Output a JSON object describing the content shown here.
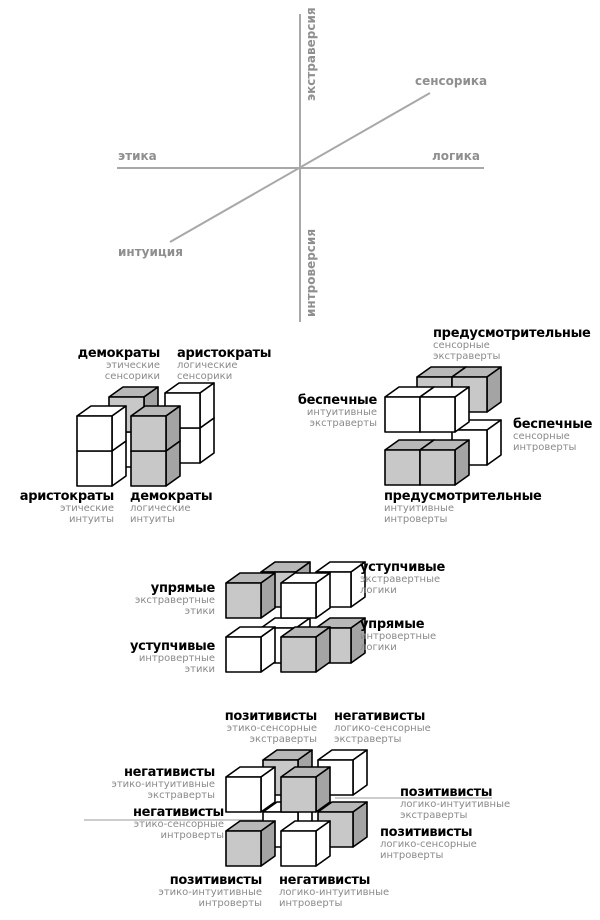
{
  "axes": {
    "extraversion": "экстраверсия",
    "introversion": "интроверсия",
    "ethics": "этика",
    "logic": "логика",
    "sensing": "сенсорика",
    "intuition": "интуиция"
  },
  "group1": {
    "tl": {
      "title": "демократы",
      "sub": [
        "этические",
        "сенсорики"
      ]
    },
    "tr": {
      "title": "аристократы",
      "sub": [
        "логические",
        "сенсорики"
      ]
    },
    "bl": {
      "title": "аристократы",
      "sub": [
        "этические",
        "интуиты"
      ]
    },
    "br": {
      "title": "демократы",
      "sub": [
        "логические",
        "интуиты"
      ]
    }
  },
  "group2": {
    "top": {
      "title": "предусмотрительные",
      "sub": [
        "сенсорные",
        "экстраверты"
      ]
    },
    "left": {
      "title": "беспечные",
      "sub": [
        "интуитивные",
        "экстраверты"
      ]
    },
    "right": {
      "title": "беспечные",
      "sub": [
        "сенсорные",
        "интроверты"
      ]
    },
    "bottom": {
      "title": "предусмотрительные",
      "sub": [
        "интуитивные",
        "интроверты"
      ]
    }
  },
  "group3": {
    "tl": {
      "title": "упрямые",
      "sub": [
        "экстравертные",
        "этики"
      ]
    },
    "tr": {
      "title": "уступчивые",
      "sub": [
        "экстравертные",
        "логики"
      ]
    },
    "bl": {
      "title": "уступчивые",
      "sub": [
        "интровертные",
        "этики"
      ]
    },
    "br": {
      "title": "упрямые",
      "sub": [
        "интровертные",
        "логики"
      ]
    }
  },
  "group4": {
    "top_left": {
      "title": "позитивисты",
      "sub": [
        "этико-сенсорные",
        "экстраверты"
      ]
    },
    "top_right": {
      "title": "негативисты",
      "sub": [
        "логико-сенсорные",
        "экстраверты"
      ]
    },
    "mid_left": {
      "title": "негативисты",
      "sub": [
        "этико-интуитивные",
        "экстраверты"
      ]
    },
    "mid_left2": {
      "title": "негативисты",
      "sub": [
        "этико-сенсорные",
        "интроверты"
      ]
    },
    "mid_right": {
      "title": "позитивисты",
      "sub": [
        "логико-интуитивные",
        "экстраверты"
      ]
    },
    "mid_right2": {
      "title": "позитивисты",
      "sub": [
        "логико-сенсорные",
        "интроверты"
      ]
    },
    "bottom_left": {
      "title": "позитивисты",
      "sub": [
        "этико-интуитивные",
        "интроверты"
      ]
    },
    "bottom_right": {
      "title": "негативисты",
      "sub": [
        "логико-интуитивные",
        "интроверты"
      ]
    }
  },
  "colors": {
    "gray_cube": "#c8c8c8",
    "white_cube": "#ffffff",
    "axis_line": "#a8a8a8",
    "label_gray": "#8a8a8a"
  }
}
